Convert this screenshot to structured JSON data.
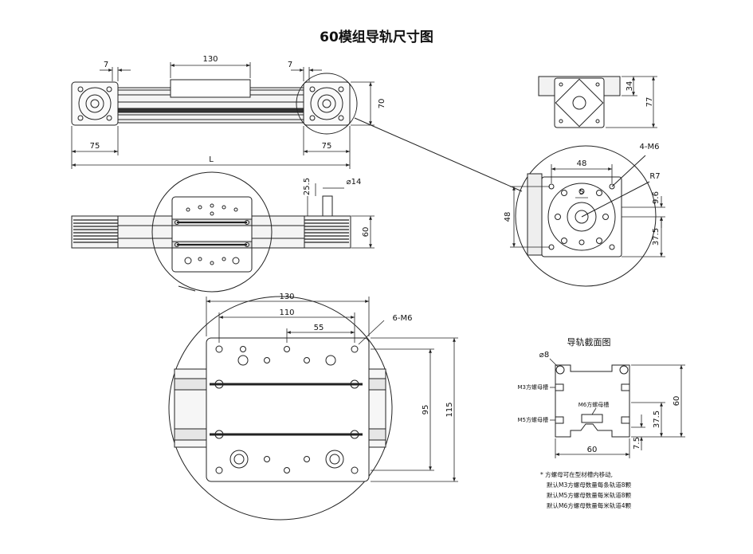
{
  "title": "60模组导轨尺寸图",
  "dims": {
    "top_7_left": "7",
    "top_130": "130",
    "top_7_right": "7",
    "top_70": "70",
    "top_75_left": "75",
    "top_75_right": "75",
    "top_L": "L",
    "mid_25_5": "25.5",
    "mid_d14": "⌀14",
    "mid_60": "60",
    "det_130": "130",
    "det_110": "110",
    "det_55": "55",
    "det_6m6": "6-M6",
    "det_95": "95",
    "det_115": "115",
    "end_34": "34",
    "end_77": "77",
    "end_4m6": "4-M6",
    "end_48_top": "48",
    "end_r7": "R7",
    "end_5": "5",
    "end_9_6": "9.6",
    "end_48_left": "48",
    "end_37_5": "37.5",
    "sec_d8": "⌀8",
    "sec_60_right": "60",
    "sec_37_5": "37.5",
    "sec_7_5": "7.5",
    "sec_60_bottom": "60"
  },
  "section": {
    "title": "导轨截面图",
    "m3_label": "M3方螺母槽",
    "m5_label": "M5方螺母槽",
    "m6_label": "M6方螺母槽"
  },
  "notes": [
    "* 方螺母可在型材槽内移动,",
    "默认M3方螺母数量每条轨道8颗",
    "默认M5方螺母数量每米轨道8颗",
    "默认M6方螺母数量每米轨道4颗"
  ],
  "colors": {
    "line": "#222222",
    "fill_light": "#e8e8e8",
    "fill_dark": "#555555"
  }
}
